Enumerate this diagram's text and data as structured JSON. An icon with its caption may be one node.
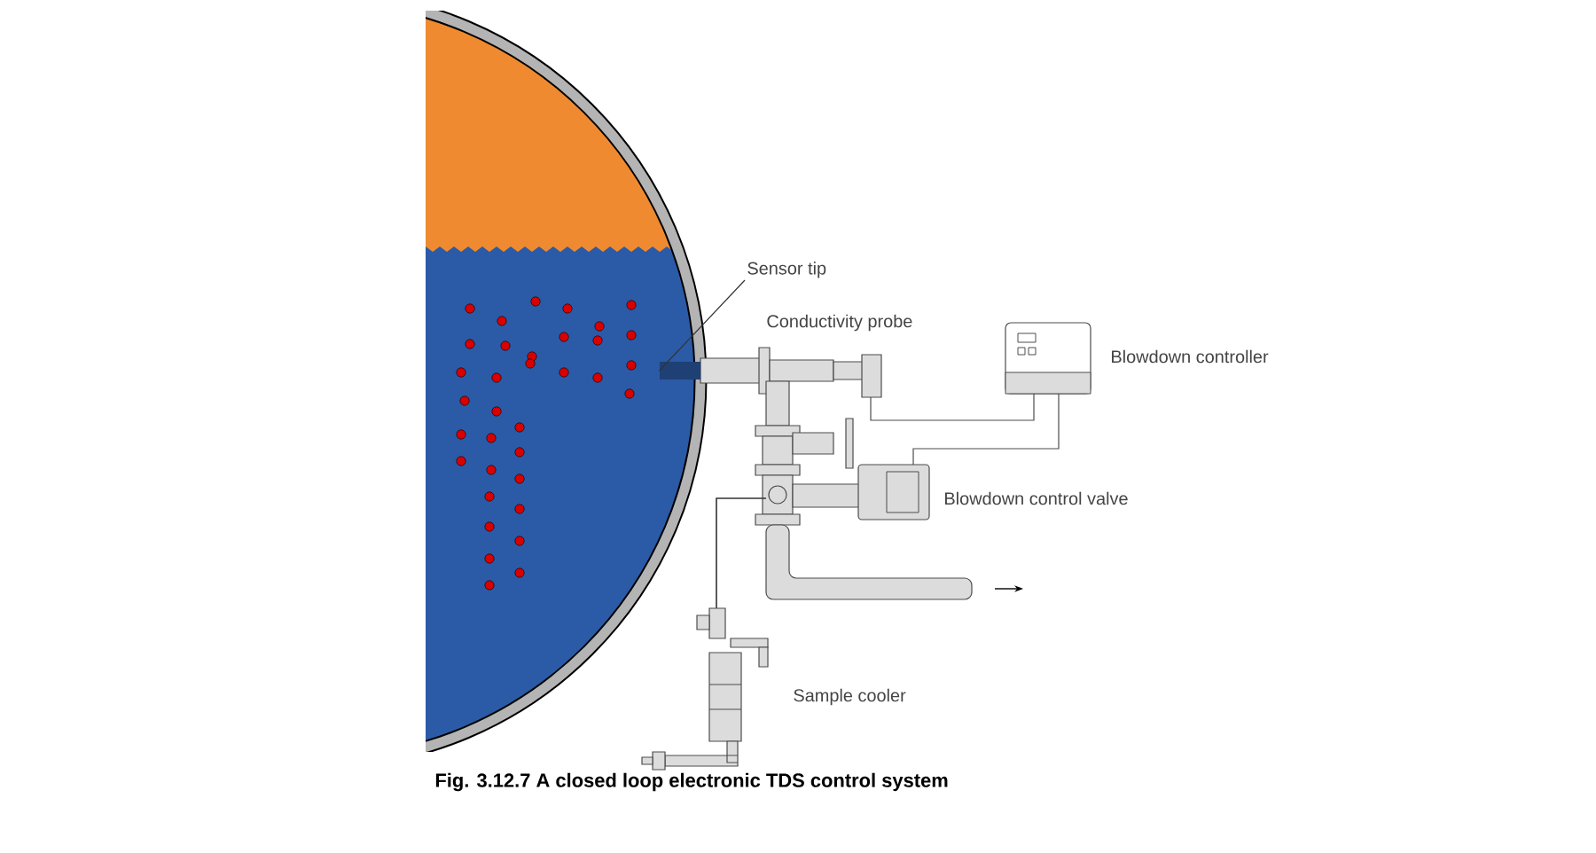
{
  "diagram": {
    "caption": "Fig. 3.12.7 A closed loop electronic TDS control system",
    "nodes": [
      {
        "text": [
          "Sensor tip"
        ]
      },
      {
        "text": [],
        "shape": "bar"
      }
    ],
    "edges": [
      {
        "from": 0,
        "to": 1,
        "arrow": "none"
      }
    ],
    "labels": [
      "Conductivity probe",
      "Blowdown controller",
      "Blowdown control valve",
      "Sample cooler"
    ]
  }
}
